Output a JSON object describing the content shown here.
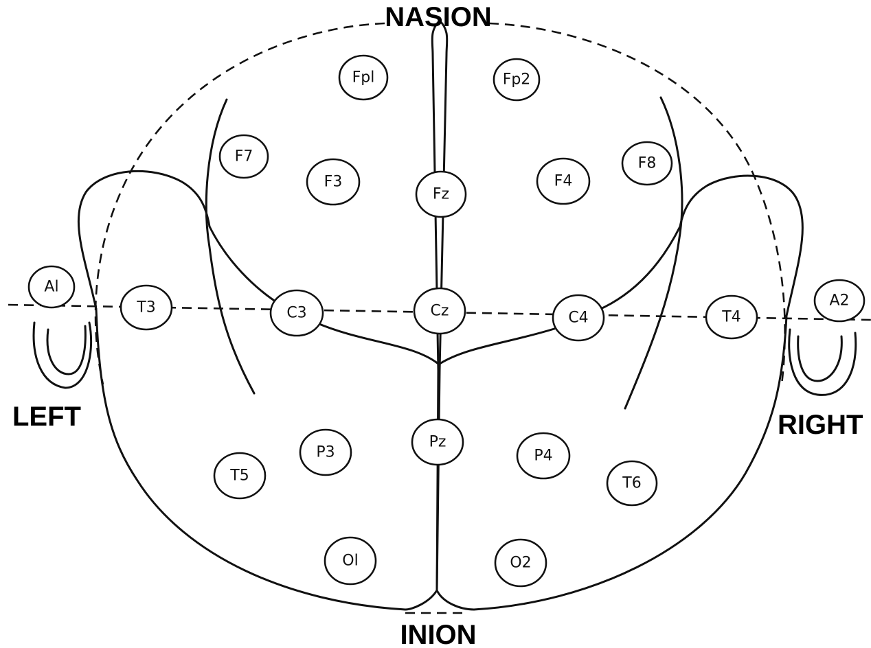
{
  "landmarks": {
    "nasion": "NASION",
    "inion": "INION",
    "left": "LEFT",
    "right": "RIGHT"
  },
  "electrodes": {
    "fp1": "Fpl",
    "fp2": "Fp2",
    "f7": "F7",
    "f3": "F3",
    "fz": "Fz",
    "f4": "F4",
    "f8": "F8",
    "a1": "Al",
    "t3": "T3",
    "c3": "C3",
    "cz": "Cz",
    "c4": "C4",
    "t4": "T4",
    "a2": "A2",
    "t5": "T5",
    "p3": "P3",
    "pz": "Pz",
    "p4": "P4",
    "t6": "T6",
    "o1": "Ol",
    "o2": "O2"
  }
}
